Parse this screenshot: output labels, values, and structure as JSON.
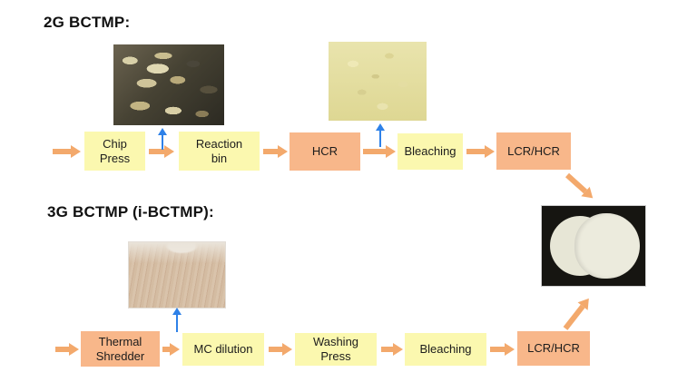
{
  "colors": {
    "yellow_box": "#FBF8AF",
    "orange_box": "#F8B78A",
    "arrow_orange": "#F3A96C",
    "arrow_blue": "#2E81E8"
  },
  "flow_2g": {
    "title": "2G BCTMP:",
    "steps": [
      {
        "label": "Chip\nPress"
      },
      {
        "label": "Reaction\nbin"
      },
      {
        "label": "HCR"
      },
      {
        "label": "Bleaching"
      },
      {
        "label": "LCR/HCR"
      }
    ]
  },
  "flow_3g": {
    "title": "3G BCTMP (i-BCTMP):",
    "steps": [
      {
        "label": "Thermal\nShredder"
      },
      {
        "label": "MC dilution"
      },
      {
        "label": "Washing\nPress"
      },
      {
        "label": "Bleaching"
      },
      {
        "label": "LCR/HCR"
      }
    ]
  },
  "images": {
    "chips": "wood-chips-photo",
    "pulp": "bleached-pulp-photo",
    "fibers": "shredded-fibers-photo",
    "handsheets": "pulp-handsheets-photo"
  }
}
